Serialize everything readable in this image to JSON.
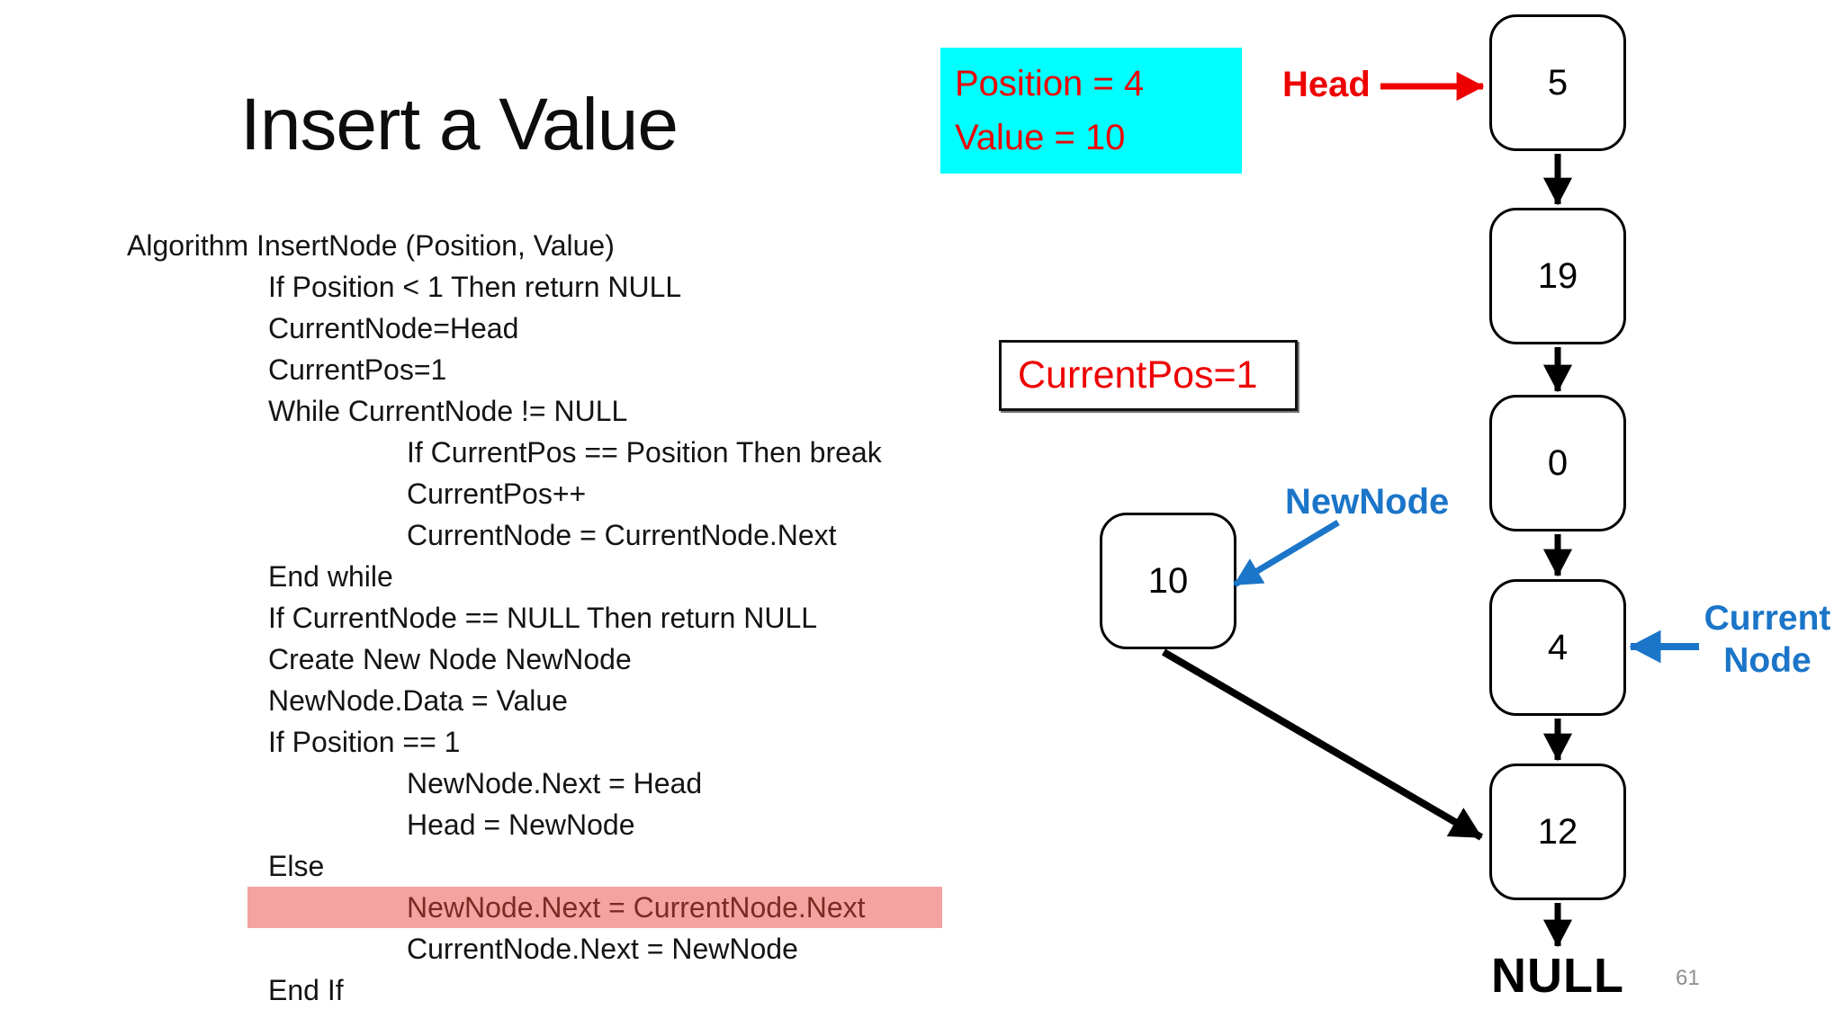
{
  "title": "Insert a Value",
  "page_number": "61",
  "colors": {
    "red": "#ee0000",
    "blue": "#1b75c8",
    "cyan_box_bg": "#00ffff",
    "highlight_bg": "#f5a3a0",
    "highlight_text": "#7c2a24",
    "gray": "#8f8f8f"
  },
  "code": {
    "lines": [
      {
        "text": "Algorithm InsertNode (Position, Value)",
        "indent": 0,
        "highlight": false
      },
      {
        "text": "If Position < 1 Then return NULL",
        "indent": 1,
        "highlight": false
      },
      {
        "text": "CurrentNode=Head",
        "indent": 1,
        "highlight": false
      },
      {
        "text": "CurrentPos=1",
        "indent": 1,
        "highlight": false
      },
      {
        "text": "While CurrentNode != NULL",
        "indent": 1,
        "highlight": false
      },
      {
        "text": "If CurrentPos == Position Then break",
        "indent": 2,
        "highlight": false
      },
      {
        "text": "CurrentPos++",
        "indent": 2,
        "highlight": false
      },
      {
        "text": "CurrentNode = CurrentNode.Next",
        "indent": 2,
        "highlight": false
      },
      {
        "text": "End while",
        "indent": 1,
        "highlight": false
      },
      {
        "text": "If CurrentNode == NULL Then return NULL",
        "indent": 1,
        "highlight": false
      },
      {
        "text": "Create New Node NewNode",
        "indent": 1,
        "highlight": false
      },
      {
        "text": "NewNode.Data = Value",
        "indent": 1,
        "highlight": false
      },
      {
        "text": "If Position == 1",
        "indent": 1,
        "highlight": false
      },
      {
        "text": "NewNode.Next = Head",
        "indent": 2,
        "highlight": false
      },
      {
        "text": "Head = NewNode",
        "indent": 2,
        "highlight": false
      },
      {
        "text": "Else",
        "indent": 1,
        "highlight": false
      },
      {
        "text": "NewNode.Next = CurrentNode.Next",
        "indent": 2,
        "highlight": true
      },
      {
        "text": "CurrentNode.Next = NewNode",
        "indent": 2,
        "highlight": false
      },
      {
        "text": "End If",
        "indent": 1,
        "highlight": false
      }
    ]
  },
  "parameters_box": {
    "line1": "Position = 4",
    "line2": "Value = 10"
  },
  "status_box": {
    "text": "CurrentPos=1"
  },
  "diagram": {
    "head_label": "Head",
    "newnode_label": "NewNode",
    "currentnode_label": "Current\nNode",
    "null_label": "NULL",
    "chain_nodes": [
      "5",
      "19",
      "0",
      "4",
      "12"
    ],
    "new_node_value": "10"
  }
}
